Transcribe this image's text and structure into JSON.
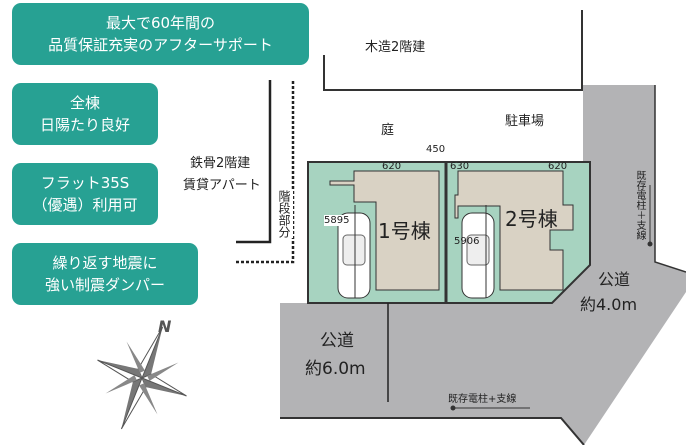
{
  "badges": [
    {
      "line1": "最大で60年間の",
      "line2": "品質保証充実のアフターサポート"
    },
    {
      "line1": "全棟",
      "line2": "日陽たり良好"
    },
    {
      "line1": "フラット35S",
      "line2": "（優遇）利用可"
    },
    {
      "line1": "繰り返す地震に",
      "line2": "強い制震ダンパー"
    }
  ],
  "plan": {
    "north_wood_house": "木造2階建",
    "garden": "庭",
    "parking": "駐車場",
    "steel_apartment_1": "鉄骨2階建",
    "steel_apartment_2": "賃貸アパート",
    "stairs": "階段部分",
    "dim_450": "450",
    "dim_620a": "620",
    "dim_630": "630",
    "dim_620b": "620",
    "dim_5895": "5895",
    "dim_5906": "5906",
    "house1": "1号棟",
    "house2": "2号棟",
    "road_south": "公道",
    "road_south_width": "約6.0m",
    "road_east": "公道",
    "road_east_width": "約4.0m",
    "pole_east": "既存電柱＋支線",
    "pole_south": "既存電柱+支線",
    "compass": "N"
  },
  "colors": {
    "badge": "#27a193",
    "lot": "#a7d3c0",
    "house": "#d9d2c4",
    "road": "#b3b3b5"
  }
}
